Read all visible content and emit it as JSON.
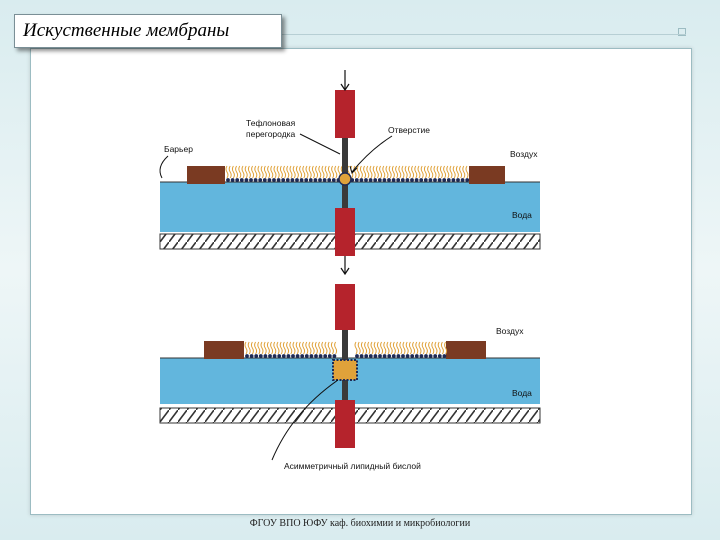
{
  "title": "Искуственные мембраны",
  "footer": "ФГОУ ВПО ЮФУ каф. биохимии и микробиологии",
  "diagram": {
    "labels": {
      "teflon_line1": "Тефлоновая",
      "teflon_line2": "перегородка",
      "hole": "Отверстие",
      "barrier": "Барьер",
      "air_top": "Воздух",
      "water_top": "Вода",
      "air_bottom": "Воздух",
      "water_bottom": "Вода",
      "bilayer": "Асимметричный липидный бислой"
    },
    "colors": {
      "water": "#62b6dd",
      "electrode": "#b5232c",
      "barrier": "#7a3a22",
      "lipid": "#e0a23a",
      "head": "#1e2a55",
      "hatch": "#333333"
    }
  }
}
